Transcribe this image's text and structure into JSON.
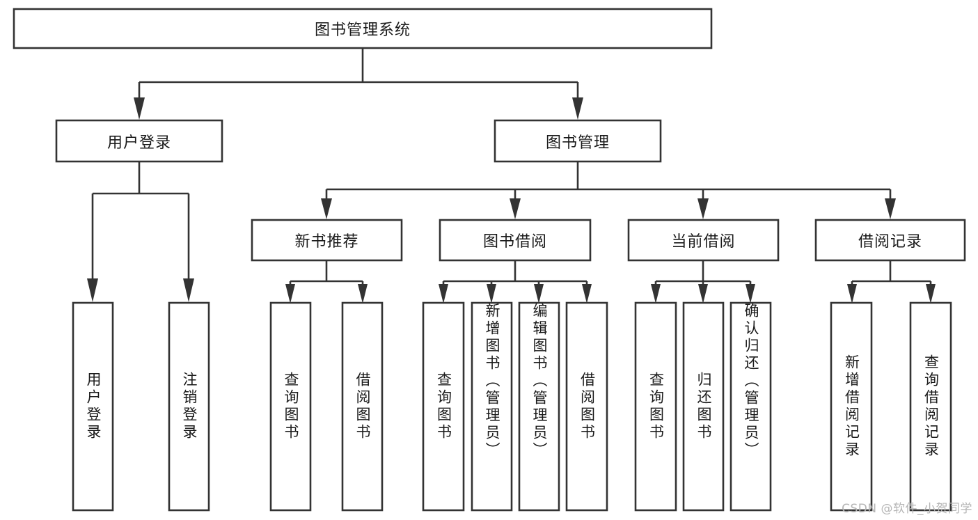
{
  "diagram": {
    "type": "tree-hierarchy",
    "title": "图书管理系统",
    "watermark": "CSDN @软件_小贺同学",
    "colors": {
      "box_stroke": "#333333",
      "box_fill": "#ffffff",
      "text": "#1a1a1a",
      "background": "#ffffff",
      "watermark": "#b5b5b5"
    },
    "root": {
      "label": "图书管理系统",
      "orientation": "horizontal"
    },
    "level2": [
      {
        "label": "用户登录",
        "orientation": "horizontal"
      },
      {
        "label": "图书管理",
        "orientation": "horizontal"
      }
    ],
    "level3": [
      {
        "label": "新书推荐",
        "orientation": "horizontal"
      },
      {
        "label": "图书借阅",
        "orientation": "horizontal"
      },
      {
        "label": "当前借阅",
        "orientation": "horizontal"
      },
      {
        "label": "借阅记录",
        "orientation": "horizontal"
      }
    ],
    "leaves": {
      "user_login": [
        {
          "label": "用户登录",
          "orientation": "vertical"
        },
        {
          "label": "注销登录",
          "orientation": "vertical"
        }
      ],
      "new_book_recommend": [
        {
          "label": "查询图书",
          "orientation": "vertical"
        },
        {
          "label": "借阅图书",
          "orientation": "vertical"
        }
      ],
      "book_borrow": [
        {
          "label": "查询图书",
          "orientation": "vertical"
        },
        {
          "label": "新增图书（管理员）",
          "orientation": "vertical"
        },
        {
          "label": "编辑图书（管理员）",
          "orientation": "vertical"
        },
        {
          "label": "借阅图书",
          "orientation": "vertical"
        }
      ],
      "current_borrow": [
        {
          "label": "查询图书",
          "orientation": "vertical"
        },
        {
          "label": "归还图书",
          "orientation": "vertical"
        },
        {
          "label": "确认归还（管理员）",
          "orientation": "vertical"
        }
      ],
      "borrow_record": [
        {
          "label": "新增借阅记录",
          "orientation": "vertical"
        },
        {
          "label": "查询借阅记录",
          "orientation": "vertical"
        }
      ]
    }
  }
}
